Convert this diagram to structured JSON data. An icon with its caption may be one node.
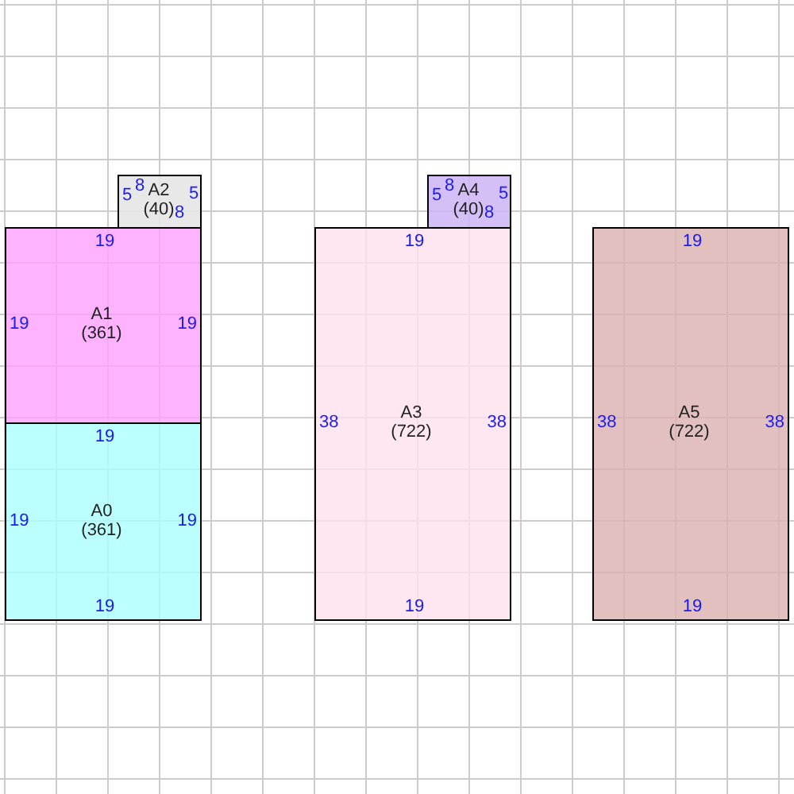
{
  "diagram": {
    "nodes": [
      {
        "text": [
          "5",
          "8",
          "A2 (40)",
          "8",
          "5"
        ]
      },
      {
        "text": [
          "5",
          "8",
          "A4 (40)",
          "8",
          "5"
        ]
      },
      {
        "text": [
          "19",
          "19",
          "A1 (361)",
          "19"
        ]
      },
      {
        "text": [
          "19",
          "38",
          "A3 (722)",
          "38",
          "19"
        ]
      },
      {
        "text": [
          "19",
          "38",
          "A5 (722)",
          "38",
          "19"
        ]
      },
      {
        "text": [
          "19",
          "19",
          "A0 (361)",
          "19",
          "19"
        ]
      }
    ]
  }
}
